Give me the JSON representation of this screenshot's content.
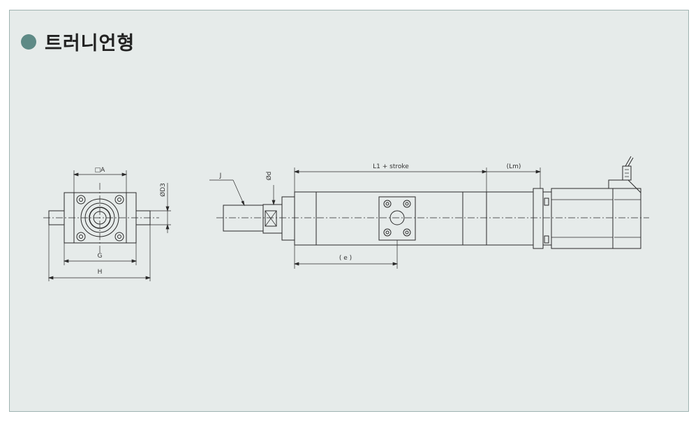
{
  "title": "트러니언형",
  "colors": {
    "panel_background": "#e6ebea",
    "panel_border": "#9fb3b1",
    "bullet": "#5e8a86",
    "line": "#2a2a2a"
  },
  "labels": {
    "square_a": "□A",
    "d3": "ØD3",
    "g": "G",
    "h": "H",
    "j": "J",
    "phi_d": "Ød",
    "l1_stroke": "L1 + stroke",
    "lm": "(Lm)",
    "e": "( e )"
  }
}
